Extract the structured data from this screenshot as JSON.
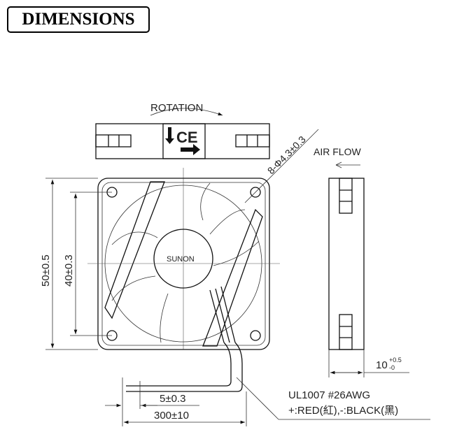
{
  "title": "DIMENSIONS",
  "labels": {
    "rotation": "ROTATION",
    "hole_spec": "8-Φ4.3±0.3",
    "air_flow": "AIR FLOW",
    "brand": "SUNON",
    "dim_height": "50±0.5",
    "dim_hole_pitch": "40±0.3",
    "dim_thickness": "10",
    "dim_thickness_tol_plus": "+0.5",
    "dim_thickness_tol_minus": "-0",
    "dim_strip": "5±0.3",
    "dim_lead": "300±10",
    "wire_spec": "UL1007  #26AWG",
    "wire_colors": "+:RED(紅),-:BLACK(黑)",
    "ce_mark": "CE"
  }
}
